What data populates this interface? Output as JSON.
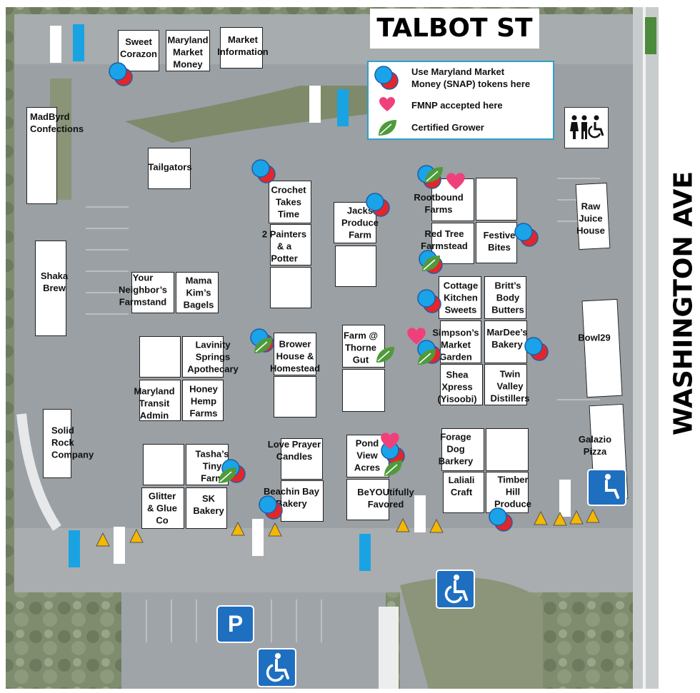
{
  "streets": {
    "north": "TALBOT ST",
    "east": "WASHINGTON AVE"
  },
  "legend": [
    {
      "icon": "snap-token-icon",
      "text": "Use Maryland Market\nMoney (SNAP) tokens here"
    },
    {
      "icon": "heart-icon",
      "text": "FMNP accepted here"
    },
    {
      "icon": "leaf-icon",
      "text": "Certified Grower"
    }
  ],
  "colors": {
    "token_blue": "#1aa3e8",
    "token_red": "#e3262a",
    "heart": "#f0407c",
    "leaf": "#4f9a3a",
    "cone": "#f5b800",
    "barrier_blue": "#19a3e3",
    "accessible_blue": "#1f6fc0",
    "legend_border": "#31a0c9",
    "green_marker": "#4b8b3b"
  },
  "vendors": [
    {
      "id": "sweet-corazon",
      "label": "Sweet\nCorazon"
    },
    {
      "id": "maryland-market-money",
      "label": "Maryland\nMarket\nMoney"
    },
    {
      "id": "market-information",
      "label": "Market\nInformation"
    },
    {
      "id": "madbyrd-confections",
      "label": "MadByrd\nConfections"
    },
    {
      "id": "tailgators",
      "label": "Tailgators"
    },
    {
      "id": "shaka-brew",
      "label": "Shaka\nBrew"
    },
    {
      "id": "your-neighbors-farmstand",
      "label": "Your\nNeighbor’s\nFarmstand"
    },
    {
      "id": "mama-kims-bagels",
      "label": "Mama\nKim’s\nBagels"
    },
    {
      "id": "lavinity-springs-apothecary",
      "label": "Lavinity\nSprings\nApothecary"
    },
    {
      "id": "maryland-transit-admin",
      "label": "Maryland\nTransit\nAdmin"
    },
    {
      "id": "honey-hemp-farms",
      "label": "Honey\nHemp\nFarms"
    },
    {
      "id": "solid-rock-company",
      "label": "Solid\nRock\nCompany"
    },
    {
      "id": "tashas-tiny-farm",
      "label": "Tasha’s\nTiny\nFarm"
    },
    {
      "id": "glitter-glue-co",
      "label": "Glitter\n& Glue\nCo"
    },
    {
      "id": "sk-bakery",
      "label": "SK\nBakery"
    },
    {
      "id": "crochet-takes-time",
      "label": "Crochet\nTakes\nTime"
    },
    {
      "id": "two-painters-potter",
      "label": "2 Painters\n& a\nPotter"
    },
    {
      "id": "brower-house-homestead",
      "label": "Brower\nHouse &\nHomestead"
    },
    {
      "id": "love-prayer-candles",
      "label": "Love Prayer\nCandles"
    },
    {
      "id": "beachin-bay-bakery",
      "label": "Beachin Bay\nBakery"
    },
    {
      "id": "jacks-produce-farm",
      "label": "Jacks\nProduce\nFarm"
    },
    {
      "id": "farm-thorne-gut",
      "label": "Farm @\nThorne\nGut"
    },
    {
      "id": "pond-view-acres",
      "label": "Pond\nView\nAcres"
    },
    {
      "id": "beyoutifully-favored",
      "label": "BeYOUtifully\nFavored"
    },
    {
      "id": "rootbound-farms",
      "label": "Rootbound\nFarms"
    },
    {
      "id": "red-tree-farmstead",
      "label": "Red Tree\nFarmstead"
    },
    {
      "id": "festive-bites",
      "label": "Festive\nBites"
    },
    {
      "id": "cottage-kitchen-sweets",
      "label": "Cottage\nKitchen\nSweets"
    },
    {
      "id": "britts-body-butters",
      "label": "Britt’s\nBody\nButters"
    },
    {
      "id": "simpsons-market-garden",
      "label": "Simpson’s\nMarket\nGarden"
    },
    {
      "id": "mardees-bakery",
      "label": "MarDee’s\nBakery"
    },
    {
      "id": "shea-xpress",
      "label": "Shea\nXpress\n(Yisoobi)"
    },
    {
      "id": "twin-valley-distillers",
      "label": "Twin\nValley\nDistillers"
    },
    {
      "id": "forage-dog-barkery",
      "label": "Forage\nDog\nBarkery"
    },
    {
      "id": "laliali-craft",
      "label": "Laliali\nCraft"
    },
    {
      "id": "timber-hill-produce",
      "label": "Timber\nHill\nProduce"
    },
    {
      "id": "raw-juice-house",
      "label": "Raw\nJuice\nHouse"
    },
    {
      "id": "bowl29",
      "label": "Bowl29"
    },
    {
      "id": "galazio-pizza",
      "label": "Galazio\nPizza"
    }
  ],
  "amenities": {
    "restroom": "restroom-icon",
    "parking": "P",
    "accessible": "wheelchair-icon"
  }
}
